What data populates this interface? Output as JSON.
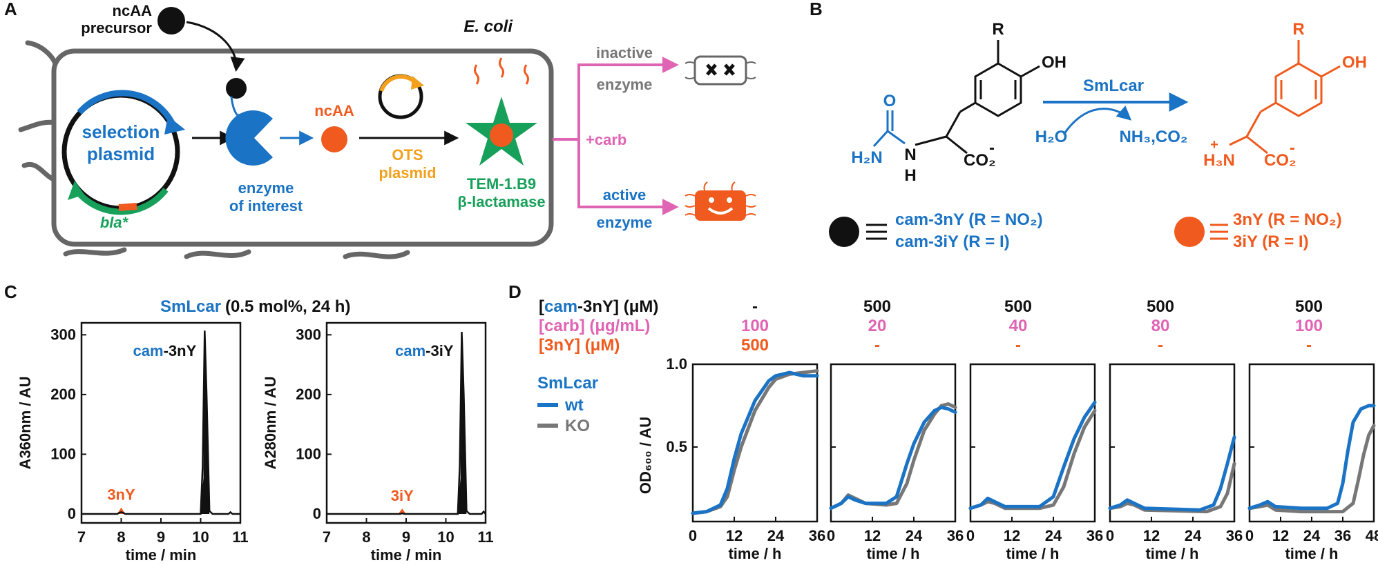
{
  "colors": {
    "blue": "#1a73c4",
    "orange": "#f05a1e",
    "green": "#17a05a",
    "yellow": "#f2a01d",
    "pink": "#e064b4",
    "gray": "#777777",
    "black": "#111111"
  },
  "panel_a": {
    "label": "A",
    "precursor": [
      "ncAA",
      "precursor"
    ],
    "ecoli": "E. coli",
    "selection_plasmid": [
      "selection",
      "plasmid"
    ],
    "bla": "bla*",
    "enzyme": [
      "enzyme",
      "of interest"
    ],
    "ncaa": "ncAA",
    "ots": [
      "OTS",
      "plasmid"
    ],
    "tem": [
      "TEM-1.B9",
      "β-lactamase"
    ],
    "carb": "+carb",
    "inactive": [
      "inactive",
      "enzyme"
    ],
    "active": [
      "active",
      "enzyme"
    ]
  },
  "panel_b": {
    "label": "B",
    "r": "R",
    "oh": "OH",
    "o": "O",
    "h2n": "H₂N",
    "nh": "N",
    "h": "H",
    "co2": "CO₂",
    "minus": "-",
    "enzyme": "SmLcar",
    "h2o": "H₂O",
    "nh3co2": "NH₃,CO₂",
    "h3n": "H₃N",
    "plus": "+",
    "legend_black": [
      "cam-3nY (R = NO₂)",
      "cam-3iY (R = I)"
    ],
    "legend_orange": [
      "3nY (R = NO₂)",
      "3iY (R = I)"
    ]
  },
  "panel_c": {
    "label": "C",
    "title_enzyme": "SmLcar",
    "title_rest": "(0.5 mol%, 24 h)",
    "left": {
      "ylabel": "A360nm / AU",
      "peak_cam": "cam",
      "peak_rest": "-3nY",
      "peak_small": "3nY"
    },
    "right": {
      "ylabel": "A280nm / AU",
      "peak_cam": "cam",
      "peak_rest": "-3iY",
      "peak_small": "3iY"
    },
    "xlabel": "time / min"
  },
  "panel_d": {
    "label": "D",
    "row_labels": [
      {
        "open": "[",
        "name": "cam",
        "rest": "-3nY] (μM)"
      },
      {
        "text": "[carb] (μg/mL)"
      },
      {
        "text": "[3nY] (μM)"
      }
    ],
    "conditions": [
      {
        "cam3ny": "-",
        "carb": "100",
        "ny": "500"
      },
      {
        "cam3ny": "500",
        "carb": "20",
        "ny": "-"
      },
      {
        "cam3ny": "500",
        "carb": "40",
        "ny": "-"
      },
      {
        "cam3ny": "500",
        "carb": "80",
        "ny": "-"
      },
      {
        "cam3ny": "500",
        "carb": "100",
        "ny": "-"
      }
    ],
    "legend_title": "SmLcar",
    "legend_wt": "wt",
    "legend_ko": "KO",
    "ylabel": "OD₆₀₀ / AU",
    "xlabel": "time / h"
  },
  "chart_data": [
    {
      "type": "line",
      "panel": "C-left",
      "ylabel": "A360nm / AU",
      "xlabel": "time / min",
      "xlim": [
        7,
        11
      ],
      "ylim": [
        -15,
        320
      ],
      "xticks": [
        7,
        8,
        9,
        10,
        11
      ],
      "yticks": [
        0,
        100,
        200,
        300
      ],
      "series": [
        {
          "name": "trace",
          "color": "#111111",
          "points": [
            [
              7,
              0
            ],
            [
              7.9,
              0
            ],
            [
              7.95,
              2
            ],
            [
              8.0,
              3
            ],
            [
              8.05,
              2
            ],
            [
              8.1,
              0
            ],
            [
              10.0,
              0
            ],
            [
              10.05,
              80
            ],
            [
              10.1,
              307
            ],
            [
              10.15,
              200
            ],
            [
              10.22,
              5
            ],
            [
              10.3,
              0
            ],
            [
              10.7,
              0
            ],
            [
              10.75,
              3
            ],
            [
              10.8,
              0
            ],
            [
              11,
              0
            ]
          ]
        }
      ],
      "annotations": [
        {
          "text": "cam-3nY",
          "x": 10.1,
          "y": 307
        },
        {
          "text": "3nY",
          "x": 8.0,
          "y": 3
        }
      ]
    },
    {
      "type": "line",
      "panel": "C-right",
      "ylabel": "A280nm / AU",
      "xlabel": "time / min",
      "xlim": [
        7,
        11
      ],
      "ylim": [
        -15,
        320
      ],
      "xticks": [
        7,
        8,
        9,
        10,
        11
      ],
      "yticks": [
        0,
        100,
        200,
        300
      ],
      "series": [
        {
          "name": "trace",
          "color": "#111111",
          "points": [
            [
              7,
              0
            ],
            [
              8.85,
              0
            ],
            [
              8.9,
              1
            ],
            [
              8.95,
              0
            ],
            [
              10.3,
              0
            ],
            [
              10.35,
              80
            ],
            [
              10.4,
              305
            ],
            [
              10.45,
              200
            ],
            [
              10.52,
              5
            ],
            [
              10.6,
              0
            ],
            [
              10.9,
              0
            ],
            [
              10.95,
              4
            ],
            [
              11,
              0
            ]
          ]
        }
      ],
      "annotations": [
        {
          "text": "cam-3iY",
          "x": 10.4,
          "y": 305
        },
        {
          "text": "3iY",
          "x": 8.9,
          "y": 1
        }
      ]
    },
    {
      "type": "line",
      "panel": "D-1",
      "xlabel": "time / h",
      "ylabel": "OD₆₀₀ / AU",
      "xlim": [
        0,
        36
      ],
      "ylim": [
        0.05,
        1.0
      ],
      "xticks": [
        0,
        12,
        24,
        36
      ],
      "yticks": [
        0.5,
        1.0
      ],
      "series": [
        {
          "name": "wt",
          "color": "#1a73c4",
          "points": [
            [
              0,
              0.1
            ],
            [
              4,
              0.11
            ],
            [
              8,
              0.15
            ],
            [
              10,
              0.25
            ],
            [
              12,
              0.43
            ],
            [
              14,
              0.58
            ],
            [
              18,
              0.78
            ],
            [
              22,
              0.9
            ],
            [
              24,
              0.93
            ],
            [
              28,
              0.95
            ],
            [
              32,
              0.93
            ],
            [
              36,
              0.93
            ]
          ]
        },
        {
          "name": "KO",
          "color": "#777777",
          "points": [
            [
              0,
              0.1
            ],
            [
              4,
              0.11
            ],
            [
              8,
              0.14
            ],
            [
              10,
              0.2
            ],
            [
              12,
              0.36
            ],
            [
              14,
              0.5
            ],
            [
              18,
              0.72
            ],
            [
              22,
              0.86
            ],
            [
              24,
              0.91
            ],
            [
              28,
              0.94
            ],
            [
              32,
              0.95
            ],
            [
              36,
              0.96
            ]
          ]
        }
      ]
    },
    {
      "type": "line",
      "panel": "D-2",
      "xlabel": "time / h",
      "xlim": [
        0,
        36
      ],
      "ylim": [
        0.05,
        1.0
      ],
      "xticks": [
        0,
        12,
        24,
        36
      ],
      "yticks": [
        0.5
      ],
      "series": [
        {
          "name": "wt",
          "color": "#1a73c4",
          "points": [
            [
              0,
              0.13
            ],
            [
              3,
              0.16
            ],
            [
              5,
              0.2
            ],
            [
              7,
              0.18
            ],
            [
              10,
              0.16
            ],
            [
              16,
              0.16
            ],
            [
              19,
              0.2
            ],
            [
              22,
              0.4
            ],
            [
              24,
              0.52
            ],
            [
              27,
              0.65
            ],
            [
              30,
              0.72
            ],
            [
              32,
              0.74
            ],
            [
              34,
              0.73
            ],
            [
              36,
              0.71
            ]
          ]
        },
        {
          "name": "KO",
          "color": "#777777",
          "points": [
            [
              0,
              0.13
            ],
            [
              3,
              0.16
            ],
            [
              5,
              0.21
            ],
            [
              7,
              0.19
            ],
            [
              10,
              0.16
            ],
            [
              16,
              0.15
            ],
            [
              19,
              0.16
            ],
            [
              22,
              0.28
            ],
            [
              24,
              0.42
            ],
            [
              27,
              0.6
            ],
            [
              30,
              0.7
            ],
            [
              32,
              0.75
            ],
            [
              34,
              0.76
            ],
            [
              36,
              0.74
            ]
          ]
        }
      ]
    },
    {
      "type": "line",
      "panel": "D-3",
      "xlabel": "time / h",
      "xlim": [
        0,
        36
      ],
      "ylim": [
        0.05,
        1.0
      ],
      "xticks": [
        0,
        12,
        24,
        36
      ],
      "yticks": [
        0.5
      ],
      "series": [
        {
          "name": "wt",
          "color": "#1a73c4",
          "points": [
            [
              0,
              0.13
            ],
            [
              3,
              0.15
            ],
            [
              5,
              0.19
            ],
            [
              7,
              0.17
            ],
            [
              10,
              0.14
            ],
            [
              20,
              0.14
            ],
            [
              24,
              0.2
            ],
            [
              27,
              0.38
            ],
            [
              30,
              0.55
            ],
            [
              33,
              0.68
            ],
            [
              36,
              0.77
            ]
          ]
        },
        {
          "name": "KO",
          "color": "#777777",
          "points": [
            [
              0,
              0.13
            ],
            [
              3,
              0.15
            ],
            [
              5,
              0.17
            ],
            [
              7,
              0.16
            ],
            [
              10,
              0.13
            ],
            [
              20,
              0.13
            ],
            [
              24,
              0.15
            ],
            [
              27,
              0.26
            ],
            [
              30,
              0.46
            ],
            [
              33,
              0.62
            ],
            [
              36,
              0.72
            ]
          ]
        }
      ]
    },
    {
      "type": "line",
      "panel": "D-4",
      "xlabel": "time / h",
      "xlim": [
        0,
        36
      ],
      "ylim": [
        0.05,
        1.0
      ],
      "xticks": [
        0,
        12,
        24,
        36
      ],
      "yticks": [
        0.5
      ],
      "series": [
        {
          "name": "wt",
          "color": "#1a73c4",
          "points": [
            [
              0,
              0.13
            ],
            [
              3,
              0.15
            ],
            [
              5,
              0.18
            ],
            [
              7,
              0.16
            ],
            [
              10,
              0.13
            ],
            [
              26,
              0.12
            ],
            [
              30,
              0.15
            ],
            [
              32,
              0.25
            ],
            [
              34,
              0.4
            ],
            [
              36,
              0.56
            ]
          ]
        },
        {
          "name": "KO",
          "color": "#777777",
          "points": [
            [
              0,
              0.13
            ],
            [
              3,
              0.14
            ],
            [
              5,
              0.16
            ],
            [
              7,
              0.15
            ],
            [
              10,
              0.12
            ],
            [
              28,
              0.11
            ],
            [
              32,
              0.14
            ],
            [
              34,
              0.22
            ],
            [
              36,
              0.4
            ]
          ]
        }
      ]
    },
    {
      "type": "line",
      "panel": "D-5",
      "xlabel": "time / h",
      "xlim": [
        0,
        48
      ],
      "ylim": [
        0.05,
        1.0
      ],
      "xticks": [
        0,
        12,
        24,
        36,
        48
      ],
      "yticks": [
        0.5
      ],
      "series": [
        {
          "name": "wt",
          "color": "#1a73c4",
          "points": [
            [
              0,
              0.13
            ],
            [
              4,
              0.15
            ],
            [
              7,
              0.17
            ],
            [
              10,
              0.14
            ],
            [
              20,
              0.13
            ],
            [
              30,
              0.13
            ],
            [
              34,
              0.16
            ],
            [
              36,
              0.28
            ],
            [
              38,
              0.48
            ],
            [
              40,
              0.65
            ],
            [
              43,
              0.73
            ],
            [
              46,
              0.75
            ],
            [
              48,
              0.75
            ]
          ]
        },
        {
          "name": "KO",
          "color": "#777777",
          "points": [
            [
              0,
              0.13
            ],
            [
              4,
              0.14
            ],
            [
              7,
              0.15
            ],
            [
              10,
              0.12
            ],
            [
              20,
              0.11
            ],
            [
              36,
              0.11
            ],
            [
              40,
              0.16
            ],
            [
              42,
              0.3
            ],
            [
              44,
              0.45
            ],
            [
              46,
              0.57
            ],
            [
              48,
              0.63
            ]
          ]
        }
      ]
    }
  ]
}
